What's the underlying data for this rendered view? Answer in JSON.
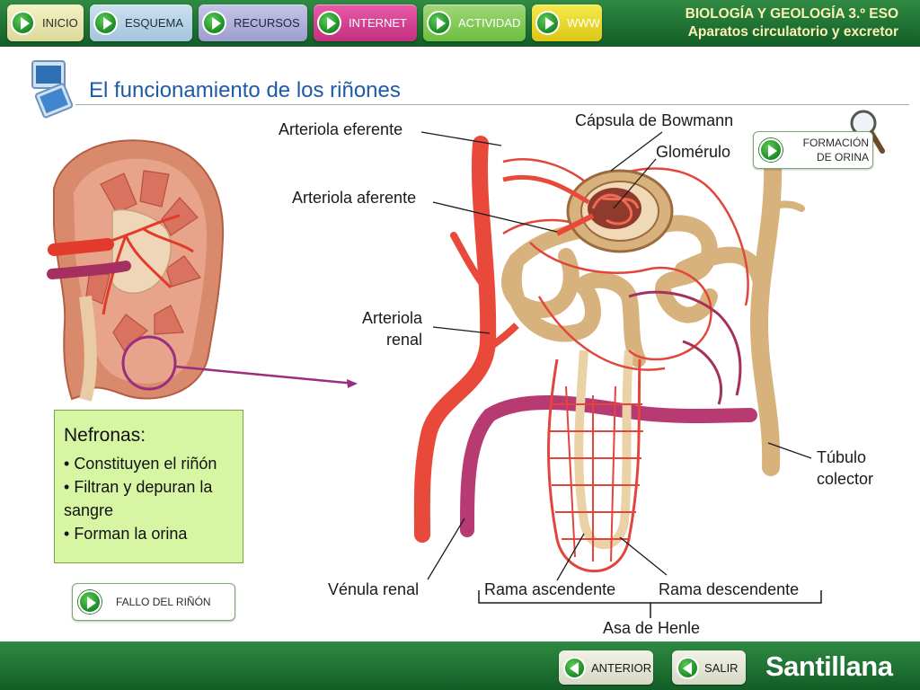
{
  "nav": {
    "inicio": "INICIO",
    "esquema": "ESQUEMA",
    "recursos": "RECURSOS",
    "internet": "INTERNET",
    "actividad": "ACTIVIDAD",
    "www": "WWW"
  },
  "course": {
    "line1": "BIOLOGÍA Y GEOLOGÍA 3.º ESO",
    "line2": "Aparatos circulatorio y excretor"
  },
  "page": {
    "title": "El funcionamiento de los riñones"
  },
  "diagram": {
    "labels": {
      "arteriola_eferente": "Arteriola eferente",
      "capsula_bowmann": "Cápsula de Bowmann",
      "glomerulo": "Glomérulo",
      "arteriola_aferente": "Arteriola aferente",
      "arteriola_renal_1": "Arteriola",
      "arteriola_renal_2": "renal",
      "tubulo_colector_1": "Túbulo",
      "tubulo_colector_2": "colector",
      "venula_renal": "Vénula renal",
      "rama_ascendente": "Rama ascendente",
      "rama_descendente": "Rama descendente",
      "asa_henle": "Asa de Henle"
    }
  },
  "info": {
    "title": "Nefronas:",
    "items": [
      "Constituyen el riñón",
      "Filtran y depuran la sangre",
      "Forman la orina"
    ]
  },
  "buttons": {
    "formacion_line1": "FORMACIÓN",
    "formacion_line2": "DE ORINA",
    "fallo": "FALLO DEL RIÑÓN",
    "anterior": "ANTERIOR",
    "salir": "SALIR"
  },
  "brand": "Santillana",
  "icons": {
    "play": "play-icon",
    "back": "back-arrow-icon",
    "page": "page-icon",
    "magnifier": "magnifier-icon"
  },
  "colors": {
    "bar_green": "#1f7233",
    "title_blue": "#1f5aa6",
    "info_bg": "#d7f6a3",
    "artery": "#e9493a",
    "vein": "#b83a73",
    "tubule": "#d8b27d"
  }
}
